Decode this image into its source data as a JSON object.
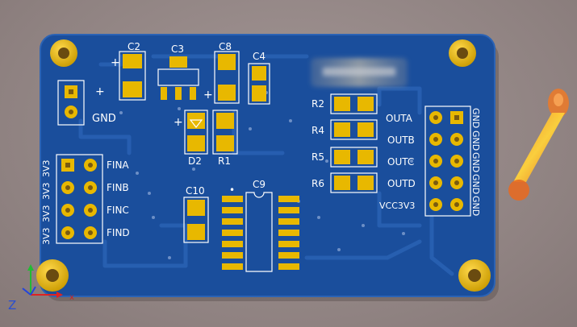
{
  "viewer": {
    "background_color": "#988b8a",
    "axis_label_z": "Z"
  },
  "pcb": {
    "board_color": "#1a4e9c",
    "pad_color": "#e8b800",
    "silkscreen_color": "#ffffff",
    "components": {
      "c2": "C2",
      "c3": "C3",
      "c8": "C8",
      "c4": "C4",
      "r2": "R2",
      "r4": "R4",
      "r5": "R5",
      "r6": "R6",
      "d2": "D2",
      "r1": "R1",
      "c10": "C10",
      "c9": "C9"
    },
    "plus_sign": "+",
    "gnd_label": "GND",
    "left_header": {
      "power_labels": [
        "3V3",
        "3V3",
        "3V3",
        "3V3"
      ],
      "signal_labels": [
        "FINA",
        "FINB",
        "FINC",
        "FIND"
      ]
    },
    "right_header": {
      "signal_labels": [
        "OUTA",
        "OUTB",
        "OUTC",
        "OUTD",
        "VCC3V3"
      ],
      "gnd_labels": [
        "GND",
        "GND",
        "GND",
        "GND",
        "GND"
      ]
    },
    "ic_pin1_marker": "•"
  }
}
